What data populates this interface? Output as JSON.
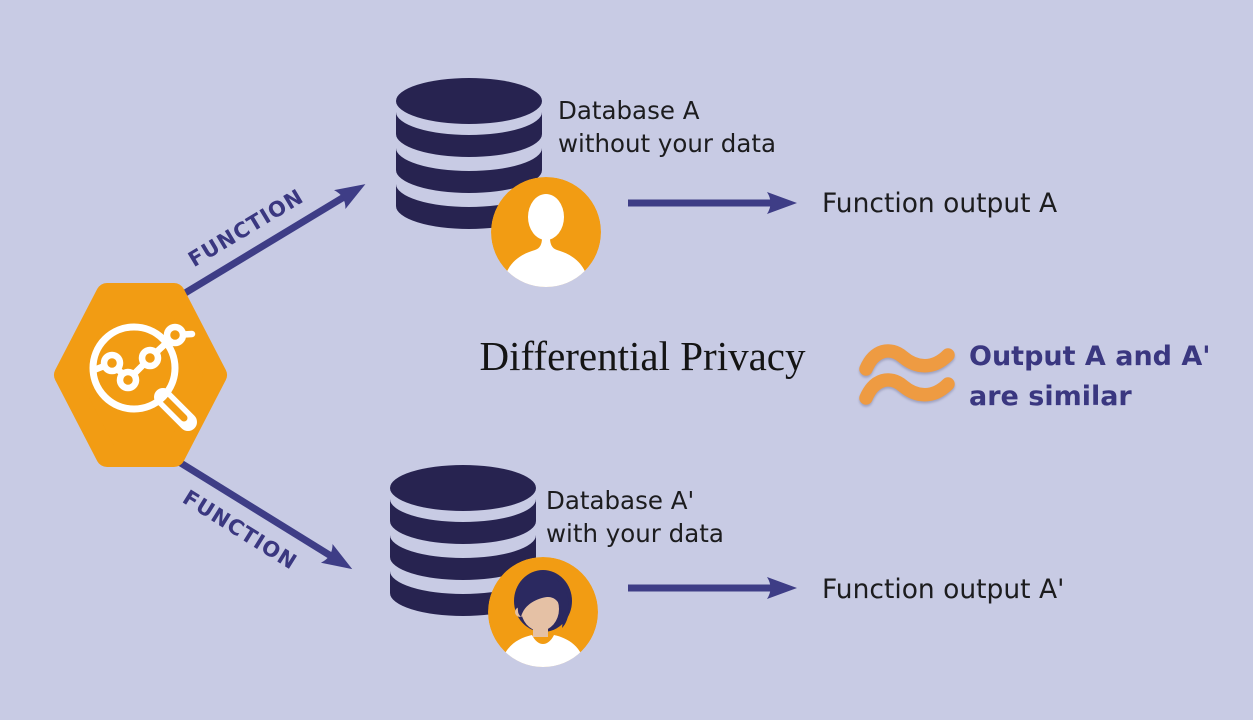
{
  "title": "Differential Privacy",
  "function_labels": {
    "top": "FUNCTION",
    "bottom": "FUNCTION"
  },
  "database_top": {
    "line1": "Database A",
    "line2": "without your data"
  },
  "database_bottom": {
    "line1": "Database A'",
    "line2": "with your data"
  },
  "output_top": "Function output A",
  "output_bottom": "Function output A'",
  "similarity": {
    "symbol": "approximately-equal",
    "line1": "Output A and A'",
    "line2": "are similar"
  },
  "icons": {
    "source": "magnifier-chart-icon",
    "database": "database-icon",
    "person_top": "male-avatar-icon",
    "person_bottom": "female-avatar-icon",
    "similar": "approx-equal-icon",
    "arrow": "arrow-icon"
  },
  "colors": {
    "background": "#c8cbe4",
    "navy_arrow": "#3e3d86",
    "navy_text": "#3a3780",
    "navy_dark": "#272350",
    "orange": "#f29c13",
    "orange_soft": "#ee9b42",
    "ink": "#1c1c1e",
    "skin": "#e5c1a5",
    "white": "#ffffff"
  }
}
